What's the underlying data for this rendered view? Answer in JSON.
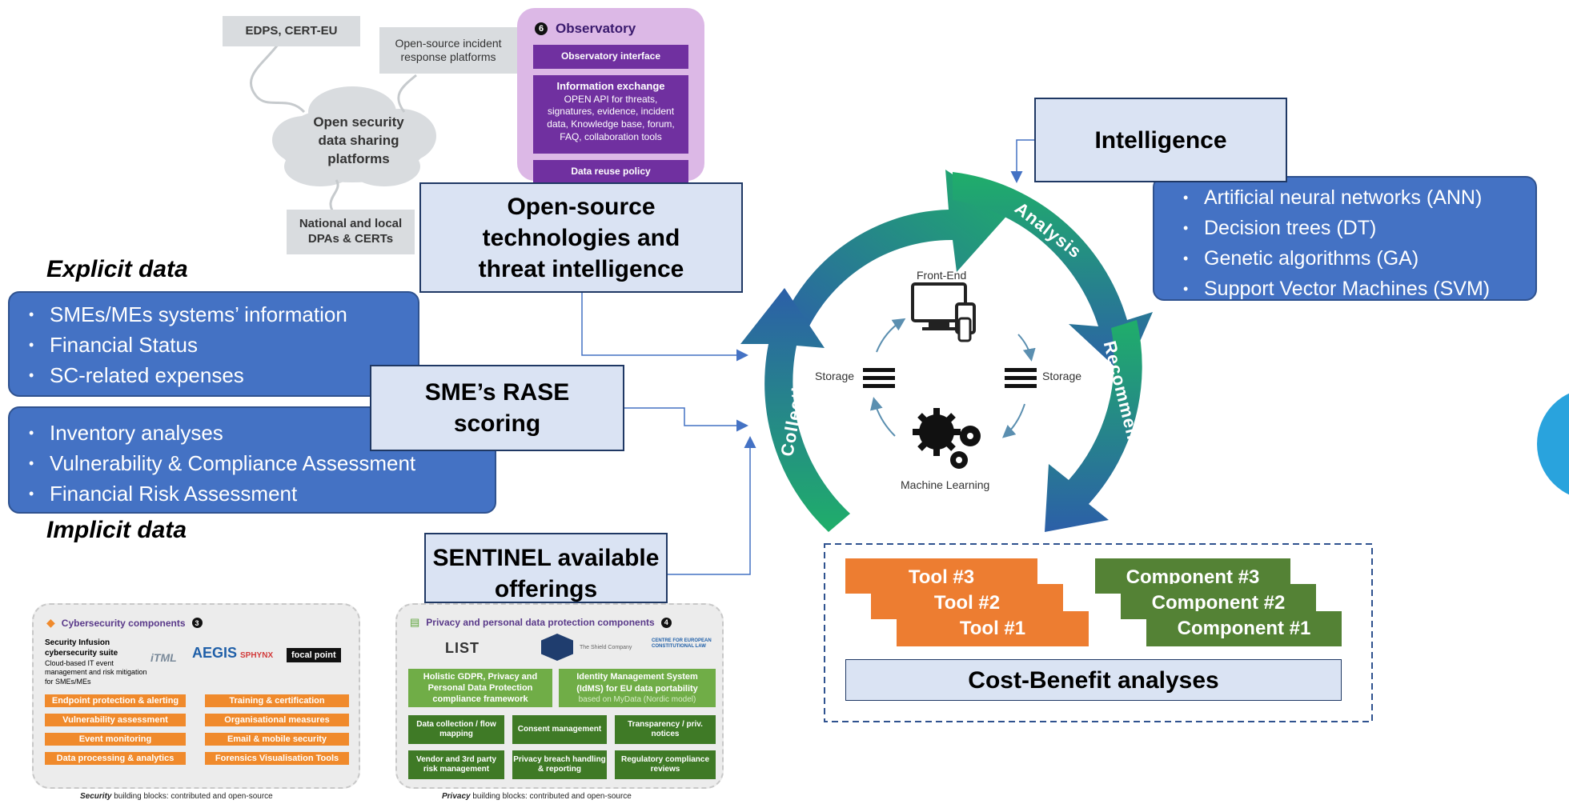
{
  "sources": {
    "edps": "EDPS, CERT-EU",
    "incident_platforms": "Open-source incident response platforms",
    "cloud": "Open security data sharing platforms",
    "dpas": "National and local DPAs & CERTs"
  },
  "observatory": {
    "number": "6",
    "title": "Observatory",
    "interface": "Observatory interface",
    "info_title": "Information exchange",
    "info_body": "OPEN API for threats, signatures, evidence, incident data, Knowledge base, forum, FAQ, collaboration tools",
    "reuse": "Data reuse policy"
  },
  "open_source_box": "Open-source technologies and threat intelligence",
  "explicit": {
    "label": "Explicit data",
    "items": [
      "SMEs/MEs systems’ information",
      "Financial Status",
      "SC-related expenses"
    ]
  },
  "implicit": {
    "label": "Implicit data",
    "items": [
      "Inventory analyses",
      "Vulnerability & Compliance Assessment",
      "Financial Risk Assessment"
    ]
  },
  "rase_box": "SME’s RASE scoring",
  "sentinel_box": "SENTINEL available offerings",
  "intelligence": {
    "title": "Intelligence",
    "items": [
      "Artificial neural networks (ANN)",
      "Decision trees (DT)",
      "Genetic algorithms (GA)",
      "Support Vector Machines (SVM)"
    ]
  },
  "cycle": {
    "storage": "Storage",
    "analysis": "Analysis",
    "recommendation": "Recommendation",
    "collection": "Collection",
    "front_end": "Front-End",
    "storage_left": "Storage",
    "storage_right": "Storage",
    "machine_learning": "Machine Learning",
    "colors": {
      "blue": "#2c5fa8",
      "green": "#1fae6a"
    }
  },
  "tools": [
    "Tool #3",
    "Tool #2",
    "Tool #1"
  ],
  "components": [
    "Component #3",
    "Component #2",
    "Component #1"
  ],
  "cost_benefit": "Cost-Benefit analyses",
  "security_panel": {
    "number": "3",
    "title": "Cybersecurity components",
    "suite_title": "Security Infusion cybersecurity suite",
    "suite_desc": "Cloud-based IT event management and risk mitigation for SMEs/MEs",
    "logos": [
      "iTML",
      "AEGIS",
      "SPHYNX",
      "focal point"
    ],
    "left": [
      "Endpoint protection & alerting",
      "Vulnerability assessment",
      "Event monitoring",
      "Data processing & analytics"
    ],
    "right": [
      "Training & certification",
      "Organisational measures",
      "Email & mobile security",
      "Forensics Visualisation Tools"
    ],
    "caption_bold": "Security",
    "caption_rest": " building blocks: contributed and open-source"
  },
  "privacy_panel": {
    "number": "4",
    "title": "Privacy and personal data protection components",
    "logos": [
      "LIST",
      "The Shield Company",
      "CENTRE FOR EUROPEAN CONSTITUTIONAL LAW"
    ],
    "gdpr": "Holistic GDPR, Privacy and Personal Data Protection compliance framework",
    "idms": "Identity Management System (IdMS) for EU data portability",
    "idms_sub": "based on MyData (Nordic model)",
    "grid": [
      "Data collection / flow mapping",
      "Consent management",
      "Transparency / priv. notices",
      "Vendor and 3rd party risk management",
      "Privacy breach handling & reporting",
      "Regulatory compliance reviews"
    ],
    "caption_bold": "Privacy",
    "caption_rest": " building blocks: contributed and open-source"
  }
}
